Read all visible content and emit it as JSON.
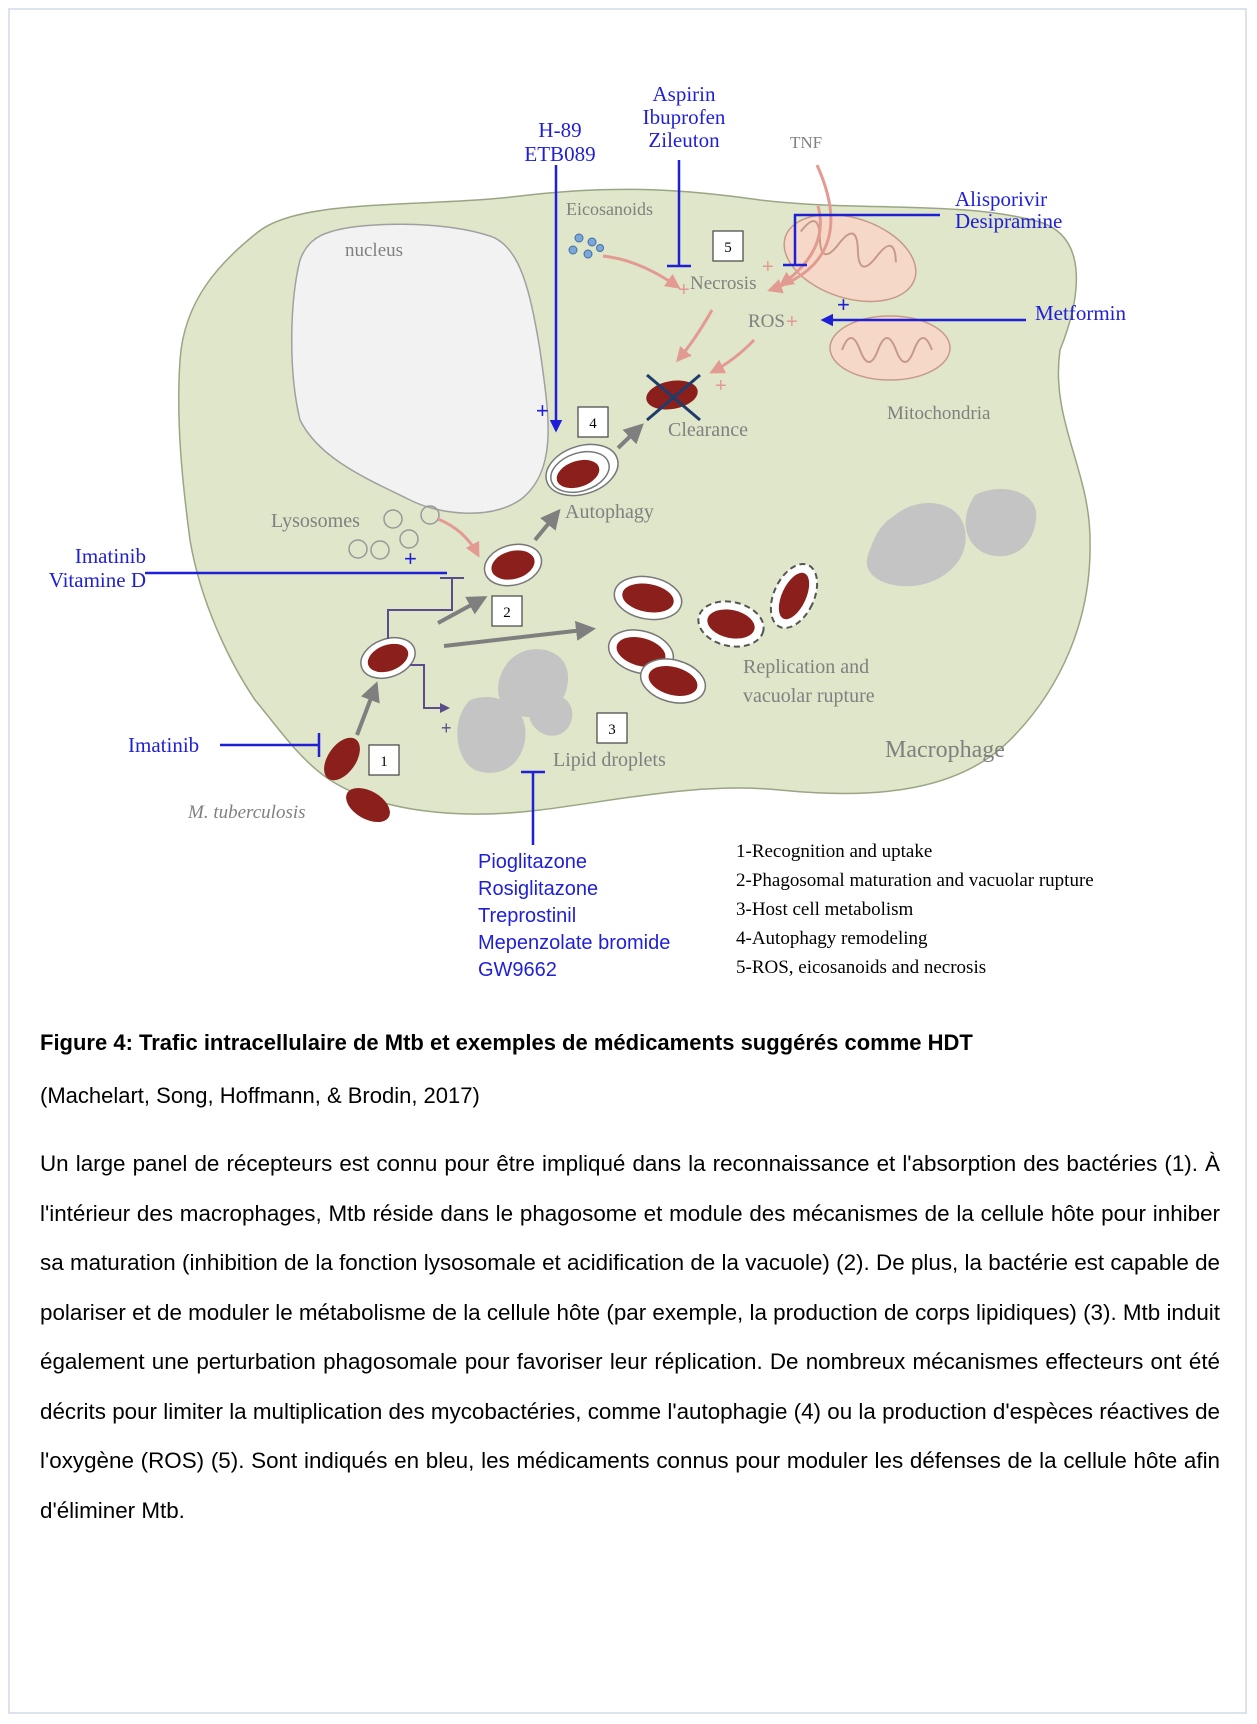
{
  "figure": {
    "cell_label": "Macrophage",
    "nucleus_label": "nucleus",
    "eicosanoids_label": "Eicosanoids",
    "tnf_label": "TNF",
    "necrosis_label": "Necrosis",
    "ros_label": "ROS",
    "mitochondria_label": "Mitochondria",
    "clearance_label": "Clearance",
    "autophagy_label": "Autophagy",
    "lysosomes_label": "Lysosomes",
    "replication_label_1": "Replication and",
    "replication_label_2": "vacuolar rupture",
    "lipid_droplets_label": "Lipid droplets",
    "mtb_label": "M. tuberculosis",
    "step_boxes": [
      "1",
      "2",
      "3",
      "4",
      "5"
    ],
    "drugs": {
      "h89": [
        "H-89",
        "ETB089"
      ],
      "nsaids": [
        "Aspirin",
        "Ibuprofen",
        "Zileuton"
      ],
      "alisporivir": [
        "Alisporivir",
        "Desipramine"
      ],
      "metformin": "Metformin",
      "imatinib_vitd": [
        "Imatinib",
        "Vitamine D"
      ],
      "imatinib": "Imatinib",
      "ppar": [
        "Pioglitazone",
        "Rosiglitazone",
        "Treprostinil",
        "Mepenzolate bromide",
        "GW9662"
      ]
    },
    "legend": [
      "1-Recognition and uptake",
      "2-Phagosomal maturation and vacuolar rupture",
      "3-Host cell metabolism",
      "4-Autophagy remodeling",
      "5-ROS, eicosanoids and necrosis"
    ],
    "signs": {
      "plus": "+",
      "minus": "-"
    },
    "colors": {
      "cell_fill": "#dfe6c9",
      "drug_blue": "#1f1fd6",
      "bacteria": "#8b1f1c",
      "arrow_gray": "#7f7f7f",
      "arrow_pink": "#e39a92",
      "droplet_gray": "#c4c4c4"
    }
  },
  "caption": {
    "title": "Figure 4: Trafic intracellulaire de Mtb et exemples de médicaments suggérés comme HDT",
    "citation": "(Machelart, Song, Hoffmann, & Brodin, 2017)"
  },
  "body": {
    "paragraph": "Un large panel de récepteurs est connu pour être impliqué dans la reconnaissance et l'absorption des bactéries (1). À l'intérieur des macrophages, Mtb réside dans le phagosome et module des mécanismes de la cellule hôte pour inhiber sa maturation (inhibition de la fonction lysosomale et acidification de la vacuole) (2). De plus, la bactérie est capable de polariser et de moduler le métabolisme de la cellule hôte (par exemple, la production de corps lipidiques) (3). Mtb induit également une perturbation phagosomale pour favoriser leur réplication. De nombreux mécanismes effecteurs ont été décrits pour limiter la multiplication des mycobactéries, comme l'autophagie (4) ou la production d'espèces réactives de l'oxygène (ROS) (5). Sont indiqués en bleu, les médicaments connus pour moduler les défenses de la cellule hôte afin d'éliminer Mtb."
  }
}
